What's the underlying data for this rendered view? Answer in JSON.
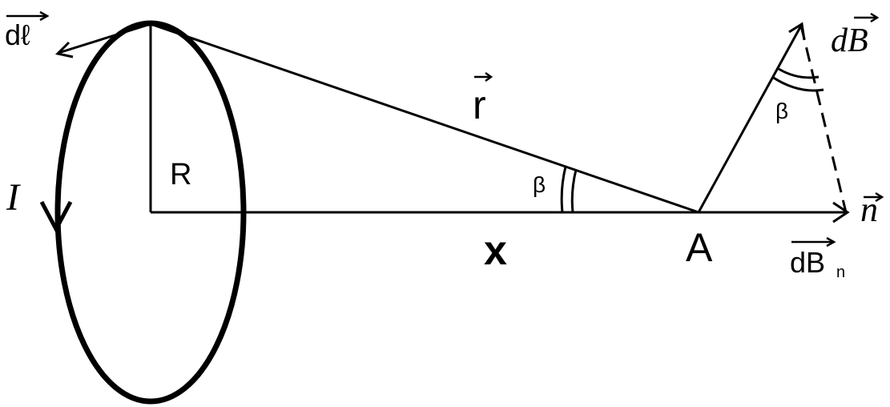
{
  "labels": {
    "dl_vector": "dℓ",
    "current": "I",
    "radius": "R",
    "r_vector": "r",
    "beta_triangle": "β",
    "beta_field": "β",
    "distance": "x",
    "point": "A",
    "db_vector": "dB",
    "normal_vector": "n",
    "dbn_vector": "dB",
    "dbn_subscript": "n"
  },
  "colors": {
    "stroke": "#000000",
    "background": "#ffffff"
  }
}
